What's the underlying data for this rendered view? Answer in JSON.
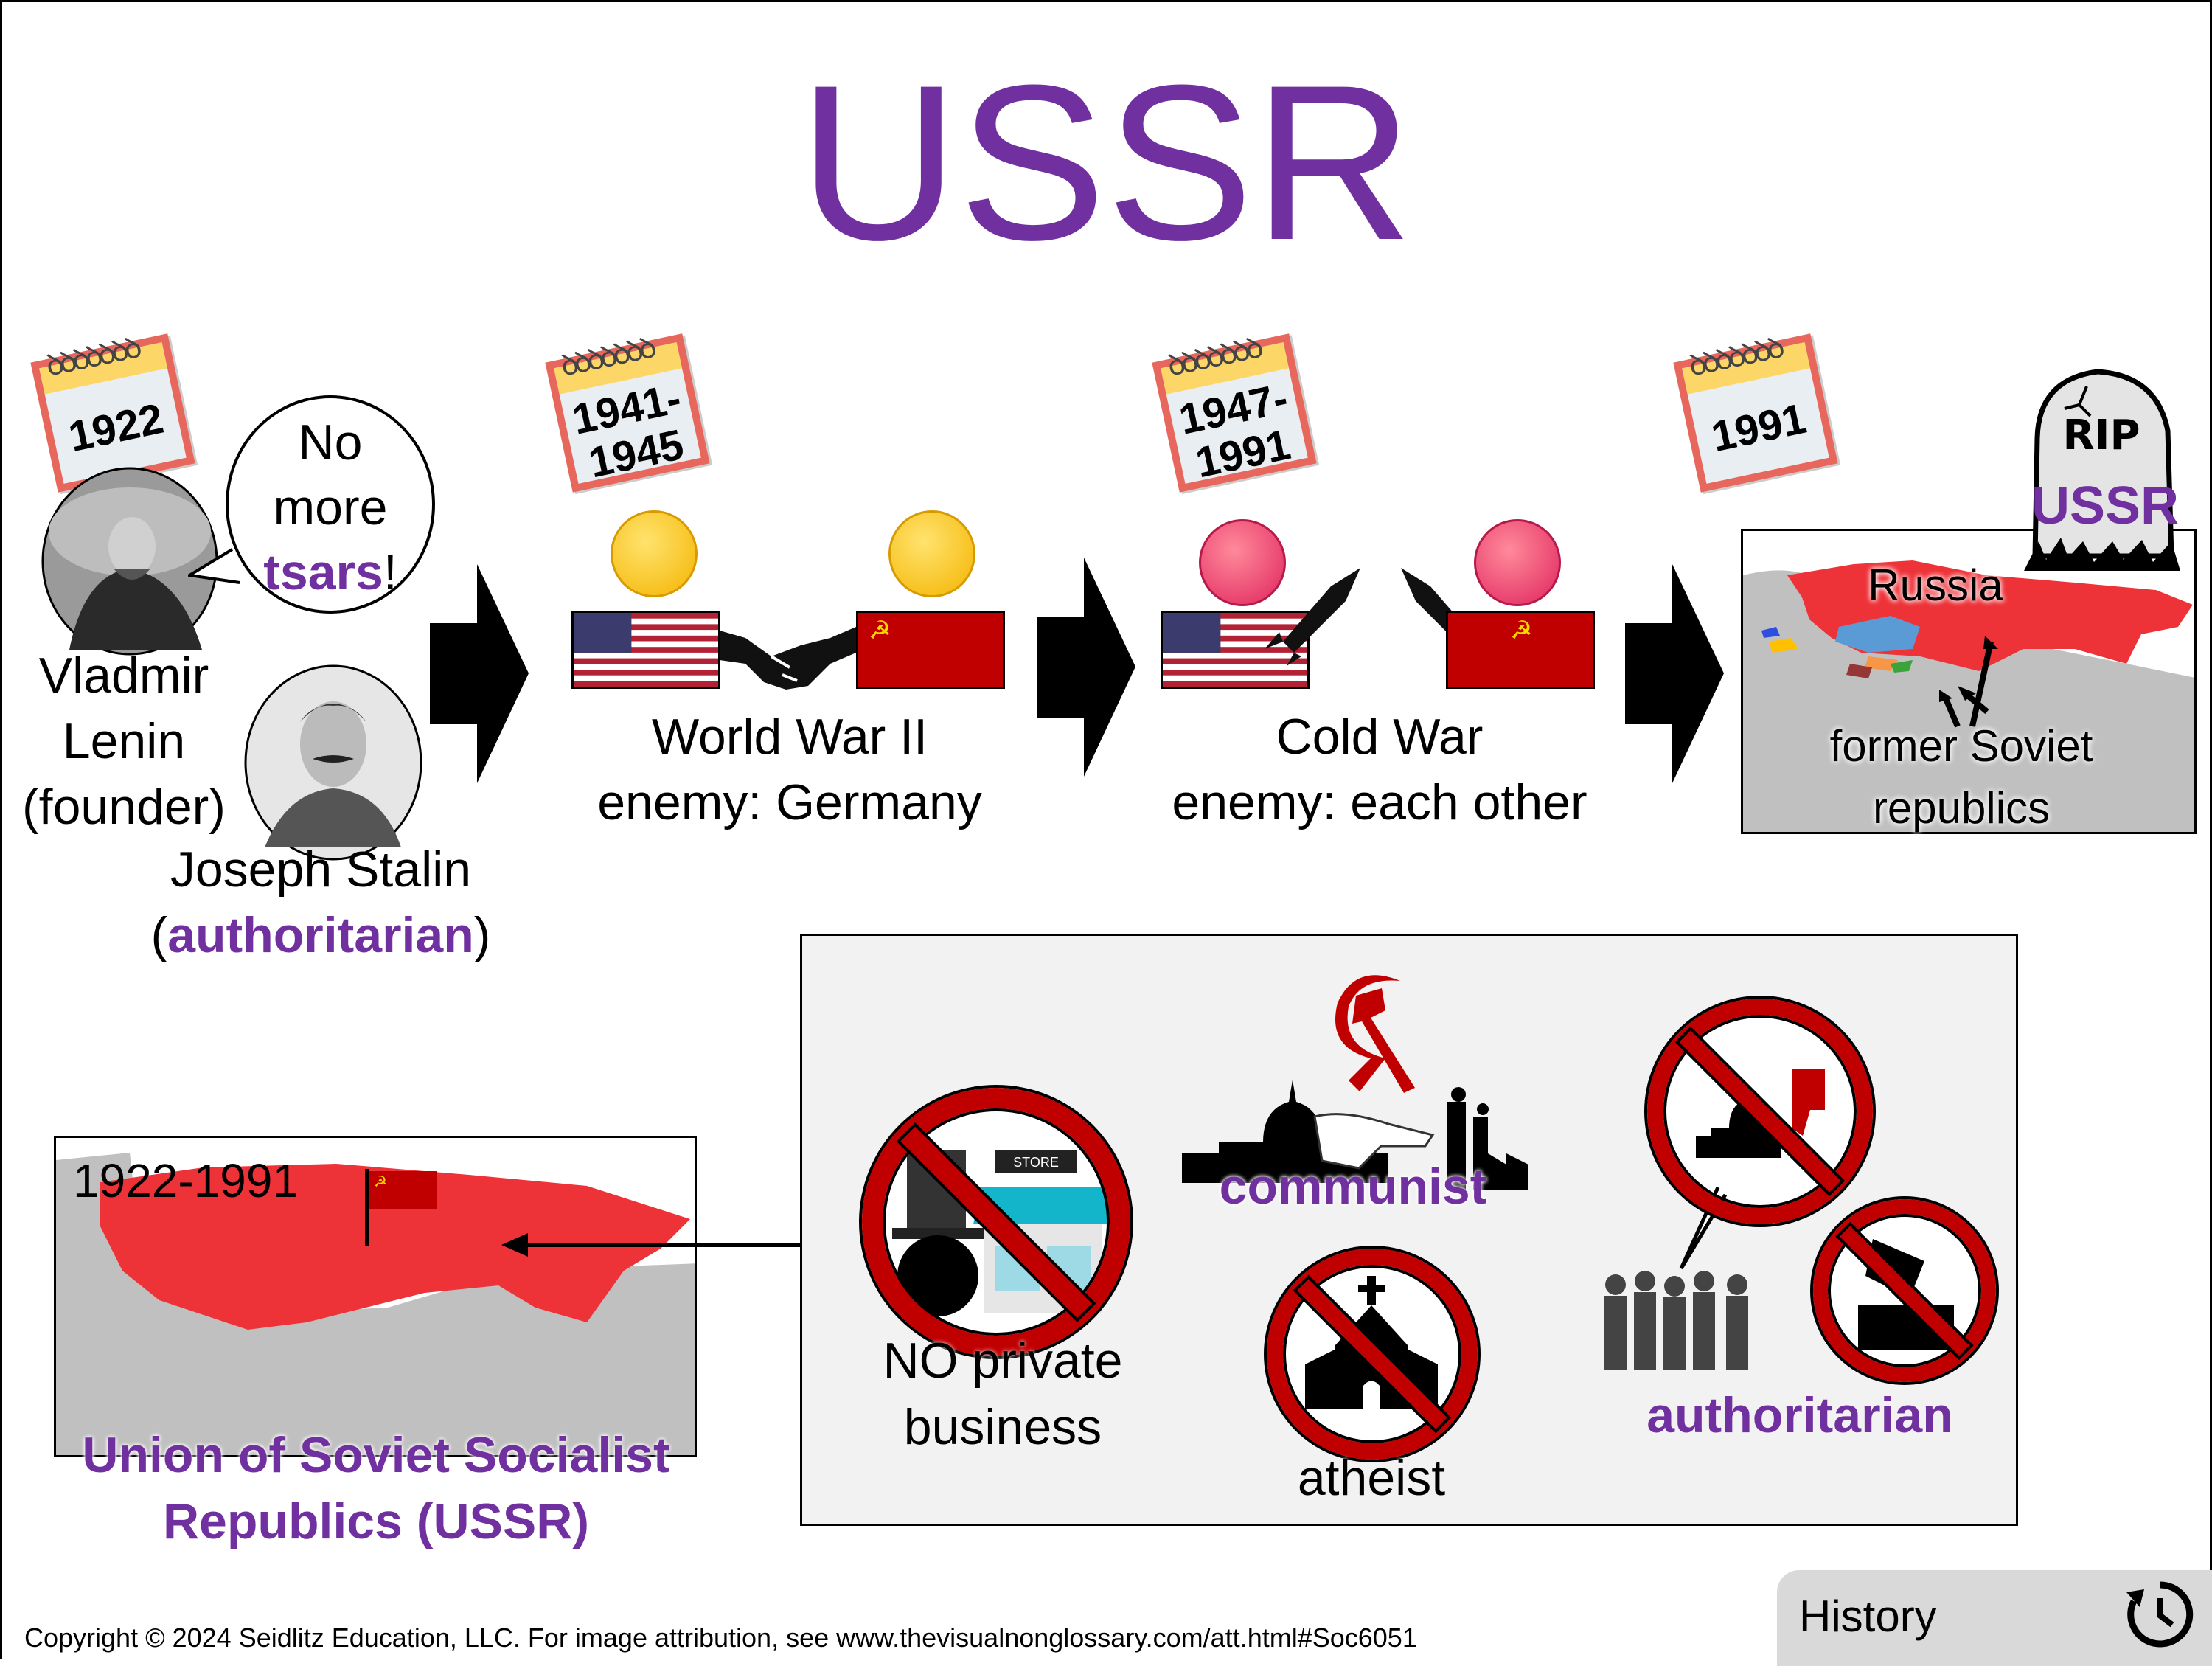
{
  "title": "USSR",
  "timeline": [
    {
      "date_lines": [
        "1922"
      ]
    },
    {
      "date_lines": [
        "1941-",
        "1945"
      ]
    },
    {
      "date_lines": [
        "1947-",
        "1991"
      ]
    },
    {
      "date_lines": [
        "1991"
      ]
    }
  ],
  "lenin": {
    "name_lines": [
      "Vladmir",
      "Lenin",
      "(founder)"
    ]
  },
  "speech": {
    "line1": "No",
    "line2": "more",
    "highlight": "tsars",
    "suffix": "!"
  },
  "stalin": {
    "name": "Joseph Stalin",
    "paren_open": "(",
    "label": "authoritarian",
    "paren_close": ")"
  },
  "ww2": {
    "line1": "World War II",
    "line2": "enemy: Germany"
  },
  "cold_war": {
    "line1": "Cold War",
    "line2": "enemy: each other"
  },
  "collapse": {
    "rip": "RIP",
    "tomb_label": "USSR",
    "russia": "Russia",
    "former_lines": [
      "former Soviet",
      "republics"
    ]
  },
  "ussr_map": {
    "years": "1922-1991",
    "caption_lines": [
      "Union of Soviet Socialist",
      "Republics (USSR)"
    ]
  },
  "features": {
    "no_business_lines": [
      "NO private",
      "business"
    ],
    "store_sign": "STORE",
    "communist": "communist",
    "atheist": "atheist",
    "authoritarian": "authoritarian"
  },
  "footer": {
    "copyright": "Copyright © 2024 Seidlitz Education, LLC.  For image attribution, see www.thevisualnonglossary.com/att.html#Soc6051",
    "category": "History"
  },
  "colors": {
    "accent": "#7030A0",
    "soviet_red": "#C00000",
    "russia_red": "#EE3338",
    "panel": "#F2F2F2"
  }
}
